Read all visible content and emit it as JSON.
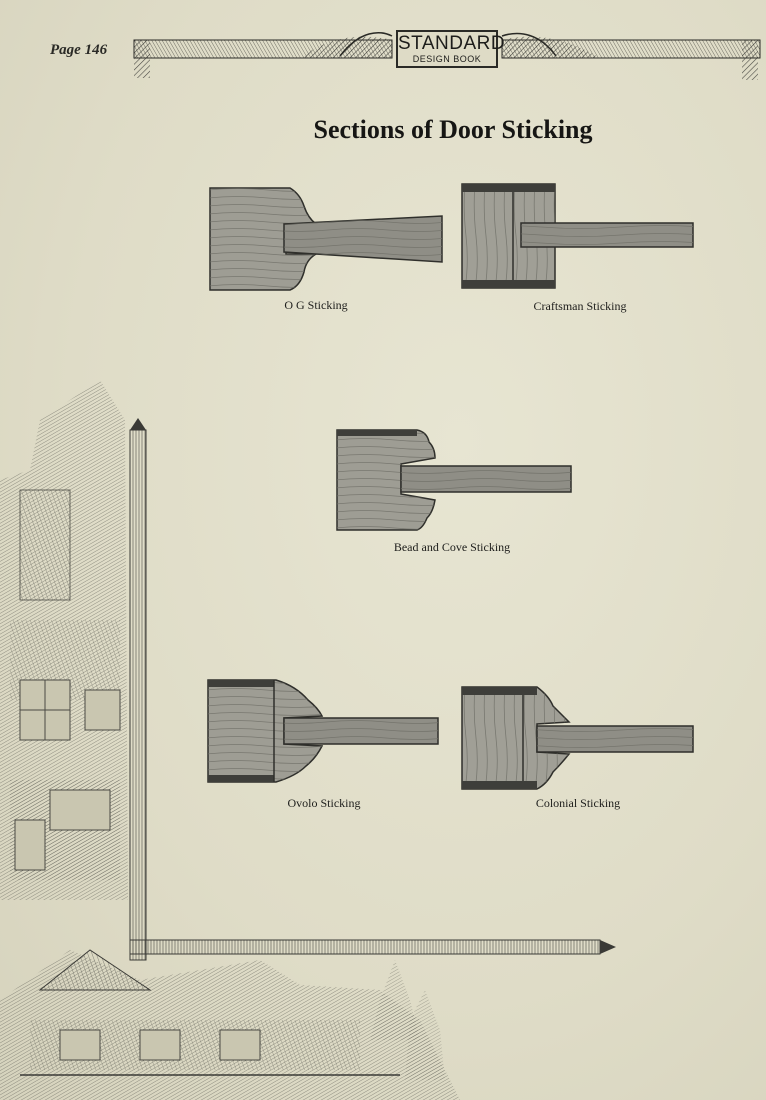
{
  "header": {
    "page_number": "Page 146",
    "logo_main": "STANDARD",
    "logo_sub": "DESIGN BOOK"
  },
  "title": "Sections of Door Sticking",
  "figures": [
    {
      "caption": "O G Sticking"
    },
    {
      "caption": "Craftsman Sticking"
    },
    {
      "caption": "Bead and Cove Sticking"
    },
    {
      "caption": "Ovolo Sticking"
    },
    {
      "caption": "Colonial Sticking"
    }
  ],
  "colors": {
    "paper": "#e2e0cc",
    "wood_fill": "#9a9a90",
    "wood_dark": "#3a3a36",
    "ink": "#1d1d1b"
  }
}
